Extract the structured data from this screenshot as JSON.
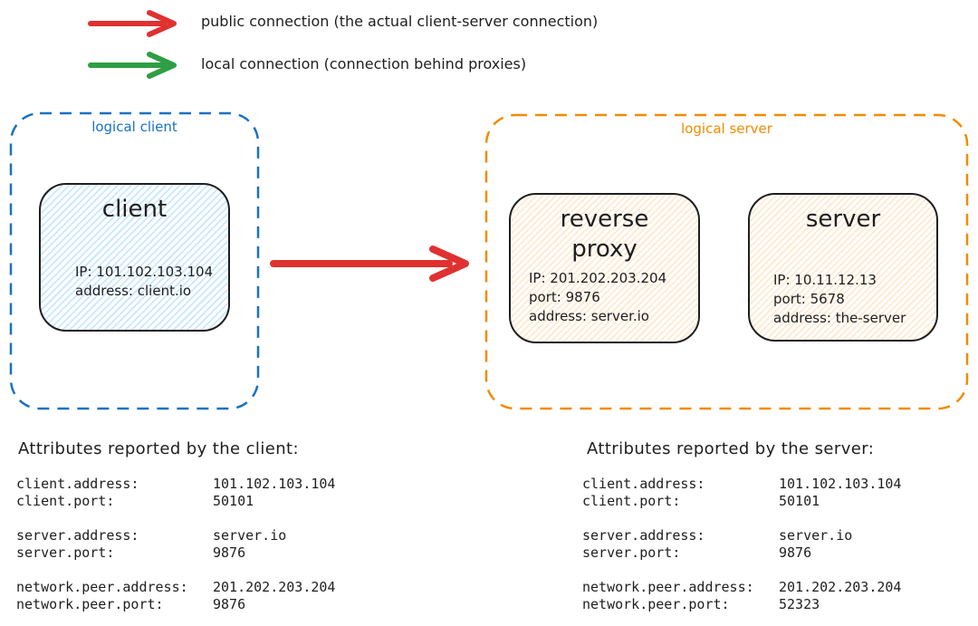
{
  "legend": {
    "items": [
      {
        "label": "public connection (the actual client-server connection)",
        "color": "#e03131"
      },
      {
        "label": "local connection (connection behind proxies)",
        "color": "#2f9e44"
      }
    ]
  },
  "diagram": {
    "public_arrow_color": "#e03131",
    "logical_client": {
      "label": "logical client",
      "color": "#1971c2",
      "nodes": [
        {
          "title": "client",
          "lines": [
            "IP: 101.102.103.104",
            "address: client.io"
          ]
        }
      ]
    },
    "logical_server": {
      "label": "logical server",
      "color": "#f08c00",
      "nodes": [
        {
          "title": "reverse proxy",
          "lines": [
            "IP: 201.202.203.204",
            "port: 9876",
            "address: server.io"
          ]
        },
        {
          "title": "server",
          "lines": [
            "IP: 10.11.12.13",
            "port: 5678",
            "address: the-server"
          ]
        }
      ]
    }
  },
  "attributes": {
    "client": {
      "title": "Attributes reported by the client:",
      "groups": [
        [
          {
            "key": "client.address:",
            "value": "101.102.103.104"
          },
          {
            "key": "client.port:",
            "value": "50101"
          }
        ],
        [
          {
            "key": "server.address:",
            "value": "server.io"
          },
          {
            "key": "server.port:",
            "value": "9876"
          }
        ],
        [
          {
            "key": "network.peer.address:",
            "value": "201.202.203.204"
          },
          {
            "key": "network.peer.port:",
            "value": "9876"
          }
        ]
      ]
    },
    "server": {
      "title": "Attributes reported by the server:",
      "groups": [
        [
          {
            "key": "client.address:",
            "value": "101.102.103.104"
          },
          {
            "key": "client.port:",
            "value": "50101"
          }
        ],
        [
          {
            "key": "server.address:",
            "value": "server.io"
          },
          {
            "key": "server.port:",
            "value": "9876"
          }
        ],
        [
          {
            "key": "network.peer.address:",
            "value": "201.202.203.204"
          },
          {
            "key": "network.peer.port:",
            "value": "52323"
          }
        ]
      ]
    }
  }
}
